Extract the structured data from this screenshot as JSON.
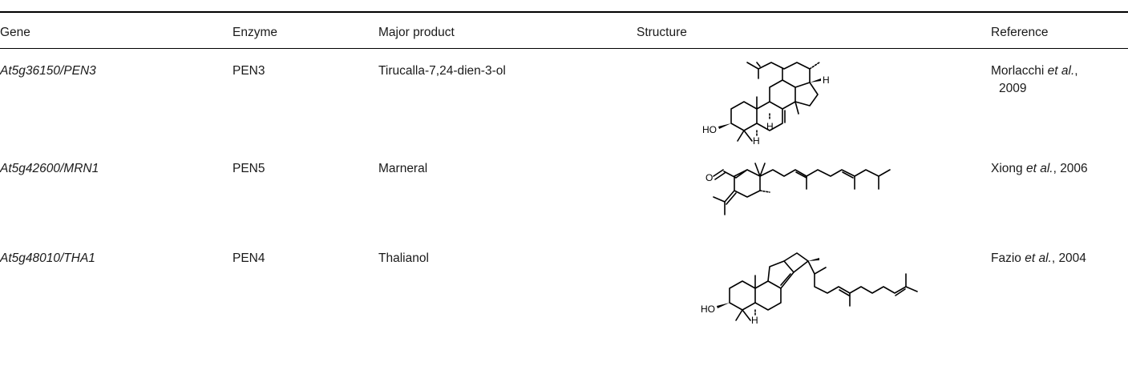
{
  "table": {
    "headers": {
      "gene": "Gene",
      "enzyme": "Enzyme",
      "product": "Major product",
      "structure": "Structure",
      "reference": "Reference"
    },
    "rows": [
      {
        "gene": "At5g36150/PEN3",
        "enzyme": "PEN3",
        "product": "Tirucalla-7,24-dien-3-ol",
        "ref_author": "Morlacchi",
        "ref_etal": "et al.",
        "ref_comma": ",",
        "ref_year": "2009",
        "structure_atoms": [
          "HO",
          "H",
          "H",
          "H"
        ]
      },
      {
        "gene": "At5g42600/MRN1",
        "enzyme": "PEN5",
        "product": "Marneral",
        "ref_author": "Xiong",
        "ref_etal": "et al.",
        "ref_year": ", 2006",
        "structure_atoms": [
          "O"
        ]
      },
      {
        "gene": "At5g48010/THA1",
        "enzyme": "PEN4",
        "product": "Thalianol",
        "ref_author": "Fazio",
        "ref_etal": "et al.",
        "ref_year": ", 2004",
        "structure_atoms": [
          "HO",
          "H"
        ]
      }
    ]
  }
}
